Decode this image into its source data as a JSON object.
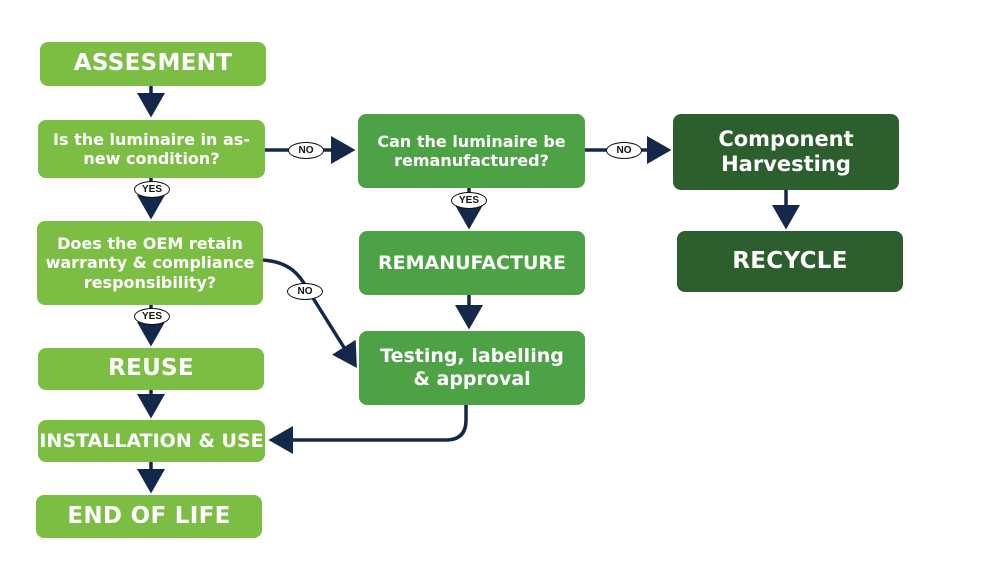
{
  "nodes": {
    "assessment": "ASSESMENT",
    "as_new_question": "Is the luminaire in as-new condition?",
    "oem_question": "Does the OEM retain warranty & compliance responsibility?",
    "reuse": "REUSE",
    "installation": "INSTALLATION & USE",
    "end_of_life": "END OF LIFE",
    "remanufacture_question": "Can the luminaire be remanufactured?",
    "remanufacture": "REMANUFACTURE",
    "testing": "Testing, labelling & approval",
    "harvesting": "Component Harvesting",
    "recycle": "RECYCLE"
  },
  "edge_labels": {
    "as_new_no": "NO",
    "as_new_yes": "YES",
    "oem_yes": "YES",
    "oem_no": "NO",
    "reman_no": "NO",
    "reman_yes": "YES"
  },
  "colors": {
    "light_green": "#7cbd43",
    "mid_green": "#4ea246",
    "dark_green": "#2d5e2e",
    "arrow": "#14284b"
  }
}
